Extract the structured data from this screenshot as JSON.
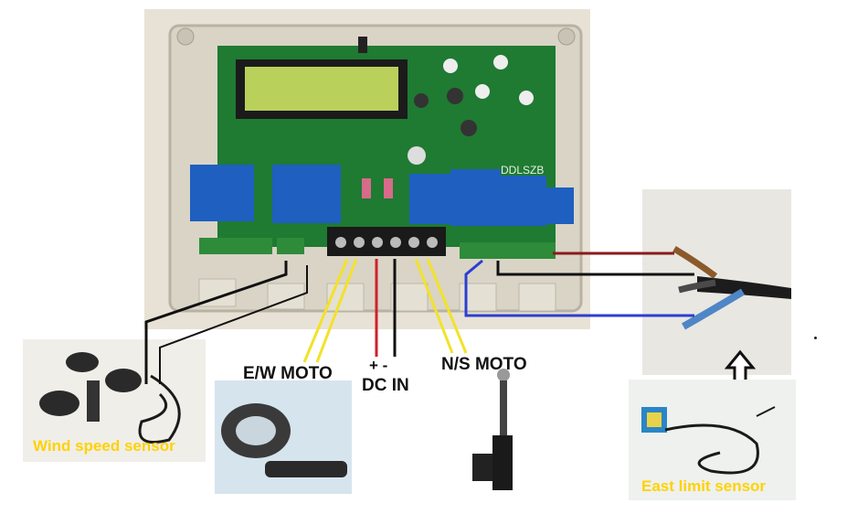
{
  "labels": {
    "ew_moto": "E/W MOTO",
    "dc_polarity": "+  -",
    "dc_in": "DC IN",
    "ns_moto": "N/S MOTO",
    "wind_speed_sensor": "Wind speed sensor",
    "east_limit_sensor": "East limit sensor"
  },
  "board": {
    "model_text": "DDLSZB"
  },
  "colors": {
    "motor_wire": "#f2e22a",
    "dc_positive_wire": "#d0202a",
    "dc_negative_wire": "#111111",
    "limit_brown_wire": "#8a1a1a",
    "limit_blue_wire": "#2b3fd0",
    "limit_black_wire": "#111111",
    "caption_text": "#ffd200",
    "pcb_green": "#1f7a32",
    "relay_blue": "#1e5fc0",
    "enclosure": "#d9d4c6",
    "lcd": "#b9d15a"
  },
  "icons": {
    "arrow": "up-arrow-outline-icon"
  }
}
